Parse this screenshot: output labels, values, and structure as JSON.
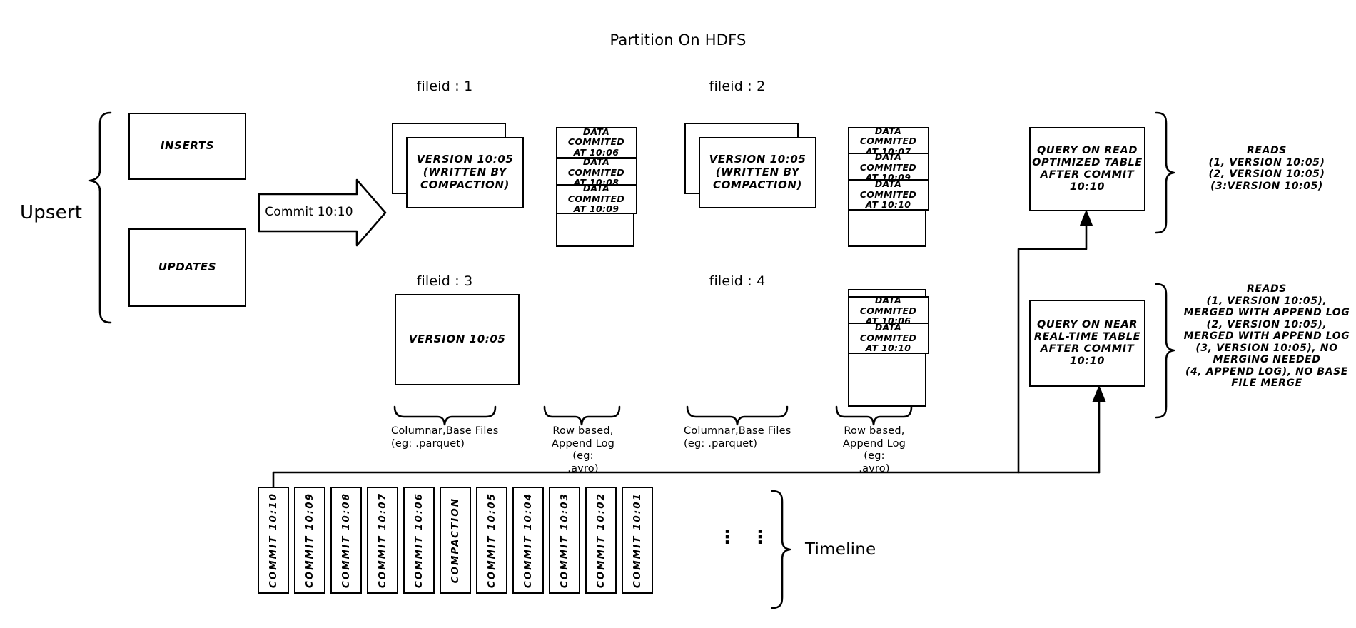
{
  "title": "Partition On HDFS",
  "left": {
    "upsert_label": "Upsert",
    "inserts_label": "INSERTS",
    "updates_label": "UPDATES",
    "commit_arrow_label": "Commit 10:10"
  },
  "file_groups": [
    {
      "id": "fg1",
      "fileid_label": "fileid : 1",
      "base_file_label": "VERSION 10:05 (WRITTEN BY COMPACTION)",
      "base_file_lines": [
        "VERSION 10:05",
        "(WRITTEN BY",
        "COMPACTION)"
      ],
      "stacked": true,
      "log_entries": [
        "DATA COMMITED AT 10:06",
        "DATA COMMITED AT 10:08",
        "DATA COMMITED AT 10:09"
      ],
      "log_entry_lines": [
        [
          "DATA COMMITED",
          "AT 10:06"
        ],
        [
          "DATA COMMITED",
          "AT 10:08"
        ],
        [
          "DATA COMMITED",
          "AT 10:09"
        ]
      ]
    },
    {
      "id": "fg2",
      "fileid_label": "fileid : 2",
      "base_file_label": "VERSION 10:05 (WRITTEN BY COMPACTION)",
      "base_file_lines": [
        "VERSION 10:05",
        "(WRITTEN BY",
        "COMPACTION)"
      ],
      "stacked": true,
      "log_entries": [
        "DATA COMMITED AT 10:07",
        "DATA COMMITED AT 10:09",
        "DATA COMMITED AT 10:10"
      ],
      "log_entry_lines": [
        [
          "DATA COMMITED",
          "AT 10:07"
        ],
        [
          "DATA COMMITED",
          "AT 10:09"
        ],
        [
          "DATA COMMITED",
          "AT 10:10"
        ]
      ]
    },
    {
      "id": "fg3",
      "fileid_label": "fileid : 3",
      "base_file_label": "VERSION 10:05",
      "base_file_lines": [
        "VERSION 10:05"
      ],
      "stacked": false,
      "log_entries": [],
      "log_entry_lines": []
    },
    {
      "id": "fg4",
      "fileid_label": "fileid : 4",
      "base_file_label": "",
      "base_file_lines": [],
      "stacked": false,
      "log_entries": [
        "DATA COMMITED AT 10:06",
        "DATA COMMITED AT 10:10"
      ],
      "log_entry_lines": [
        [
          "DATA COMMITED",
          "AT 10:06"
        ],
        [
          "DATA COMMITED",
          "AT 10:10"
        ]
      ]
    }
  ],
  "captions": {
    "base_caption_lines": [
      "Columnar,Base Files",
      "(eg: .parquet)"
    ],
    "log_caption_lines": [
      "Row based,",
      "Append Log  (eg:",
      ".avro)"
    ]
  },
  "queries": [
    {
      "id": "read-optimized",
      "box_lines": [
        "QUERY ON READ",
        "OPTIMIZED TABLE",
        "AFTER COMMIT",
        "10:10"
      ],
      "reads_lines": [
        "READS",
        "(1, VERSION 10:05)",
        "(2, VERSION 10:05)",
        "(3:VERSION 10:05)"
      ]
    },
    {
      "id": "near-real-time",
      "box_lines": [
        "QUERY ON NEAR",
        "REAL-TIME TABLE",
        "AFTER COMMIT",
        "10:10"
      ],
      "reads_lines": [
        "READS",
        "(1, VERSION 10:05),",
        "MERGED WITH APPEND LOG",
        "(2, VERSION 10:05),",
        "MERGED WITH APPEND LOG",
        "(3, VERSION 10:05), NO",
        "MERGING NEEDED",
        "(4, APPEND LOG), NO BASE",
        "FILE MERGE"
      ]
    }
  ],
  "timeline": {
    "label": "Timeline",
    "ellipsis": "⋮",
    "items": [
      "COMMIT  10:10",
      "COMMIT  10:09",
      "COMMIT  10:08",
      "COMMIT  10:07",
      "COMMIT  10:06",
      "COMPACTION",
      "COMMIT  10:05",
      "COMMIT  10:04",
      "COMMIT  10:03",
      "COMMIT  10:02",
      "COMMIT  10:01"
    ]
  },
  "colors": {
    "ink": "#000000",
    "paper": "#ffffff"
  }
}
